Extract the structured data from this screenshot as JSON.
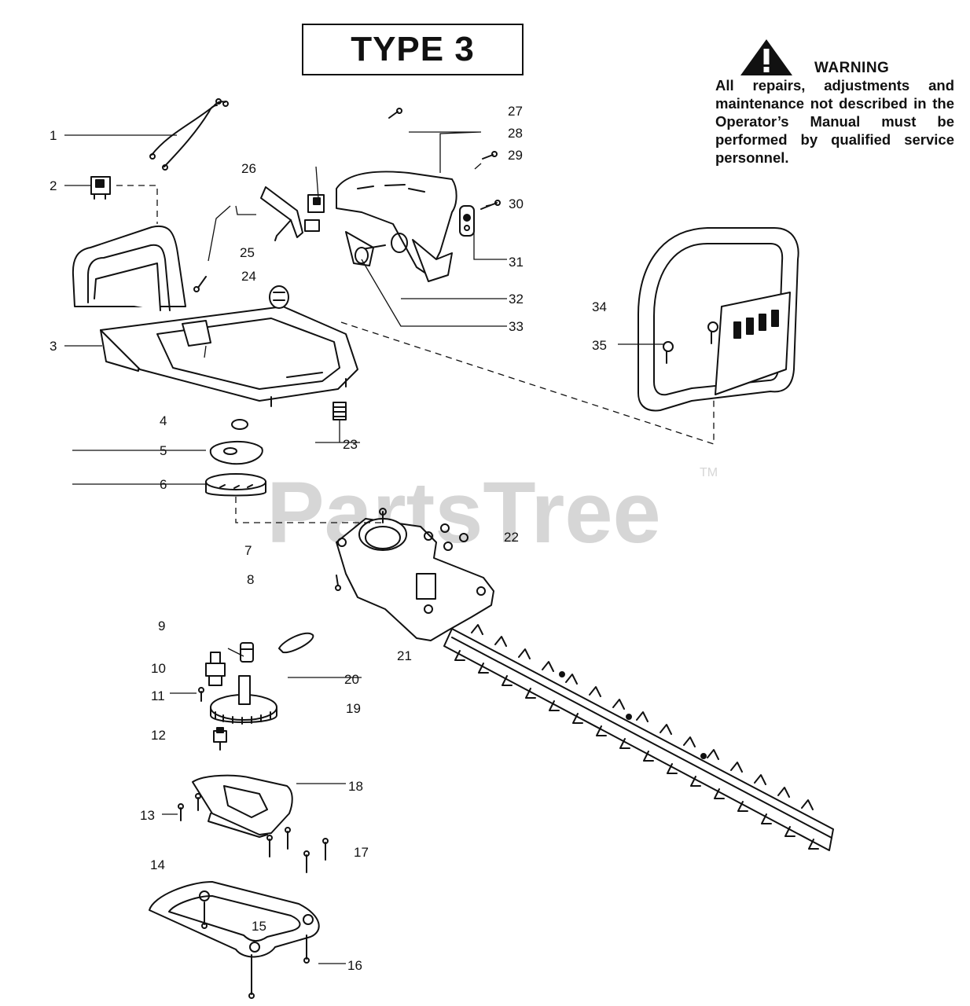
{
  "title": "TYPE 3",
  "warning": {
    "icon": "warning-triangle-icon",
    "heading": "WARNING",
    "text": "All repairs, adjustments and maintenance not described in the Operator’s Manual must be performed by qualified service personnel."
  },
  "watermark": {
    "text": "PartsTree",
    "tm": "TM"
  },
  "callouts": [
    "1",
    "2",
    "3",
    "4",
    "5",
    "6",
    "7",
    "8",
    "9",
    "10",
    "11",
    "12",
    "13",
    "14",
    "15",
    "16",
    "17",
    "18",
    "19",
    "20",
    "21",
    "22",
    "23",
    "24",
    "25",
    "26",
    "27",
    "28",
    "29",
    "30",
    "31",
    "32",
    "33",
    "34",
    "35"
  ]
}
